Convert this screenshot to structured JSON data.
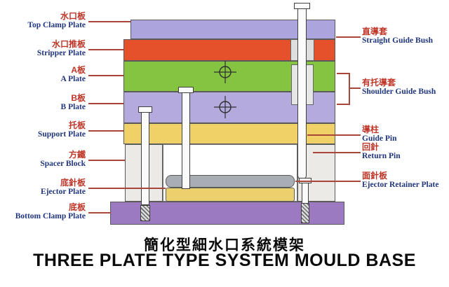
{
  "diagram": {
    "title_zh": "簡化型細水口系統模架",
    "title_en": "THREE PLATE TYPE SYSTEM MOULD BASE",
    "labels_left": [
      {
        "zh": "水口板",
        "en": "Top Clamp Plate"
      },
      {
        "zh": "水口推板",
        "en": "Stripper Plate"
      },
      {
        "zh": "A板",
        "en": "A Plate"
      },
      {
        "zh": "B板",
        "en": "B Plate"
      },
      {
        "zh": "托板",
        "en": "Support Plate"
      },
      {
        "zh": "方鐵",
        "en": "Spacer Block"
      },
      {
        "zh": "底針板",
        "en": "Ejector Plate"
      },
      {
        "zh": "底板",
        "en": "Bottom Clamp Plate"
      }
    ],
    "labels_right": [
      {
        "zh": "直導套",
        "en": "Straight Guide Bush"
      },
      {
        "zh": "有托導套",
        "en": "Shoulder Guide Bush"
      },
      {
        "zh": "導柱",
        "en": "Guide Pin"
      },
      {
        "zh": "回針",
        "en": "Return Pin"
      },
      {
        "zh": "面針板",
        "en": "Ejector Retainer Plate"
      }
    ],
    "colors": {
      "top_clamp_plate": "#aca4dc",
      "stripper_plate": "#e4512b",
      "a_plate": "#85c440",
      "b_plate": "#b4aade",
      "support_plate": "#f0d168",
      "spacer_block": "#eceae6",
      "ejector_retainer_plate": "#a9aeb5",
      "ejector_plate": "#edd06e",
      "bottom_clamp_plate": "#9b7ac2",
      "label_chinese": "#bf3527",
      "label_english": "#20367e",
      "leader_line": "#a8463a"
    }
  }
}
